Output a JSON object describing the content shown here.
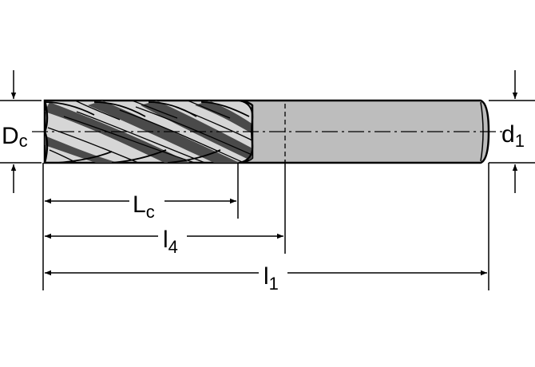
{
  "labels": {
    "dc": {
      "main": "D",
      "sub": "c"
    },
    "d1": {
      "main": "d",
      "sub": "1"
    },
    "lc": {
      "main": "L",
      "sub": "c"
    },
    "l4": {
      "main": "l",
      "sub": "4"
    },
    "l1": {
      "main": "l",
      "sub": "1"
    }
  },
  "colors": {
    "line": "#000000",
    "shank": "#bdbdbd",
    "flute_dark": "#4a4a4a",
    "flute_light": "#d6d6d6"
  }
}
